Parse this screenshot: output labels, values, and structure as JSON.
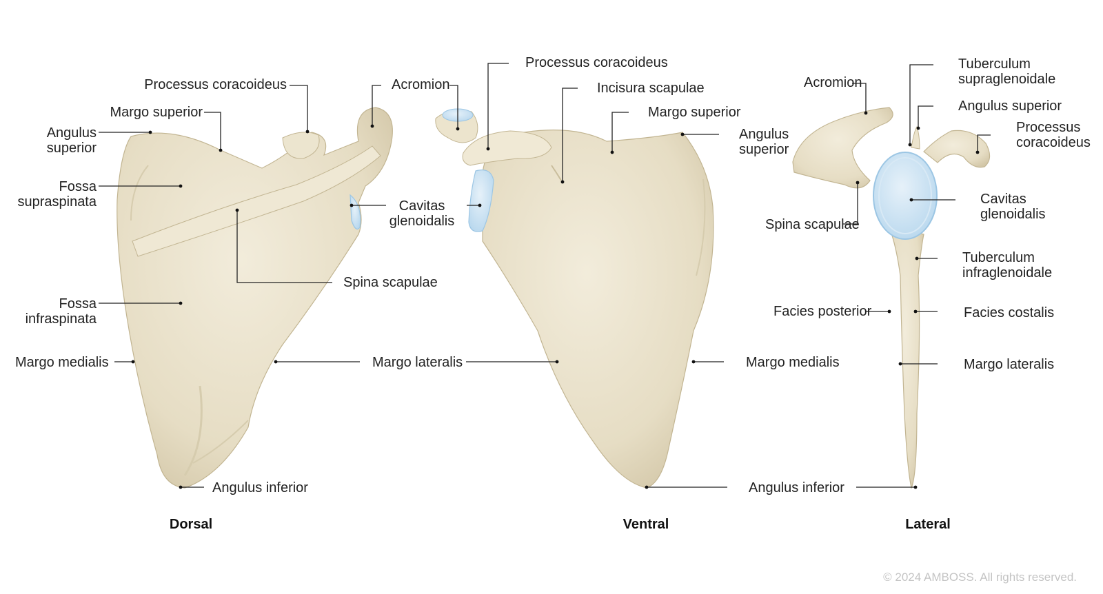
{
  "views": {
    "dorsal": {
      "title": "Dorsal",
      "labels": {
        "processus_coracoideus": "Processus coracoideus",
        "acromion": "Acromion",
        "margo_superior": "Margo superior",
        "angulus_superior": "Angulus\nsuperior",
        "fossa_supraspinata": "Fossa\nsupraspinata",
        "cavitas_glenoidalis": "Cavitas\nglenoidalis",
        "spina_scapulae": "Spina scapulae",
        "fossa_infraspinata": "Fossa\ninfraspinata",
        "margo_medialis": "Margo medialis",
        "margo_lateralis": "Margo lateralis",
        "angulus_inferior": "Angulus inferior"
      }
    },
    "ventral": {
      "title": "Ventral",
      "labels": {
        "processus_coracoideus": "Processus coracoideus",
        "incisura_scapulae": "Incisura scapulae",
        "margo_superior": "Margo superior",
        "angulus_superior": "Angulus\nsuperior",
        "margo_medialis": "Margo medialis",
        "angulus_inferior": "Angulus inferior"
      }
    },
    "lateral": {
      "title": "Lateral",
      "labels": {
        "acromion": "Acromion",
        "tuberculum_supraglenoidale": "Tuberculum\nsupraglenoidale",
        "angulus_superior": "Angulus superior",
        "processus_coracoideus": "Processus\ncoracoideus",
        "spina_scapulae": "Spina scapulae",
        "cavitas_glenoidalis": "Cavitas\nglenoidalis",
        "tuberculum_infraglenoidale": "Tuberculum\ninfraglenoidale",
        "facies_posterior": "Facies posterior",
        "facies_costalis": "Facies costalis",
        "margo_lateralis": "Margo lateralis"
      }
    }
  },
  "colors": {
    "bone": "#e9e1ca",
    "bone_shade": "#cfc3a3",
    "cartilage": "#cfe4f2",
    "cartilage_edge": "#9cc6e4"
  },
  "copyright": "© 2024 AMBOSS. All rights reserved."
}
